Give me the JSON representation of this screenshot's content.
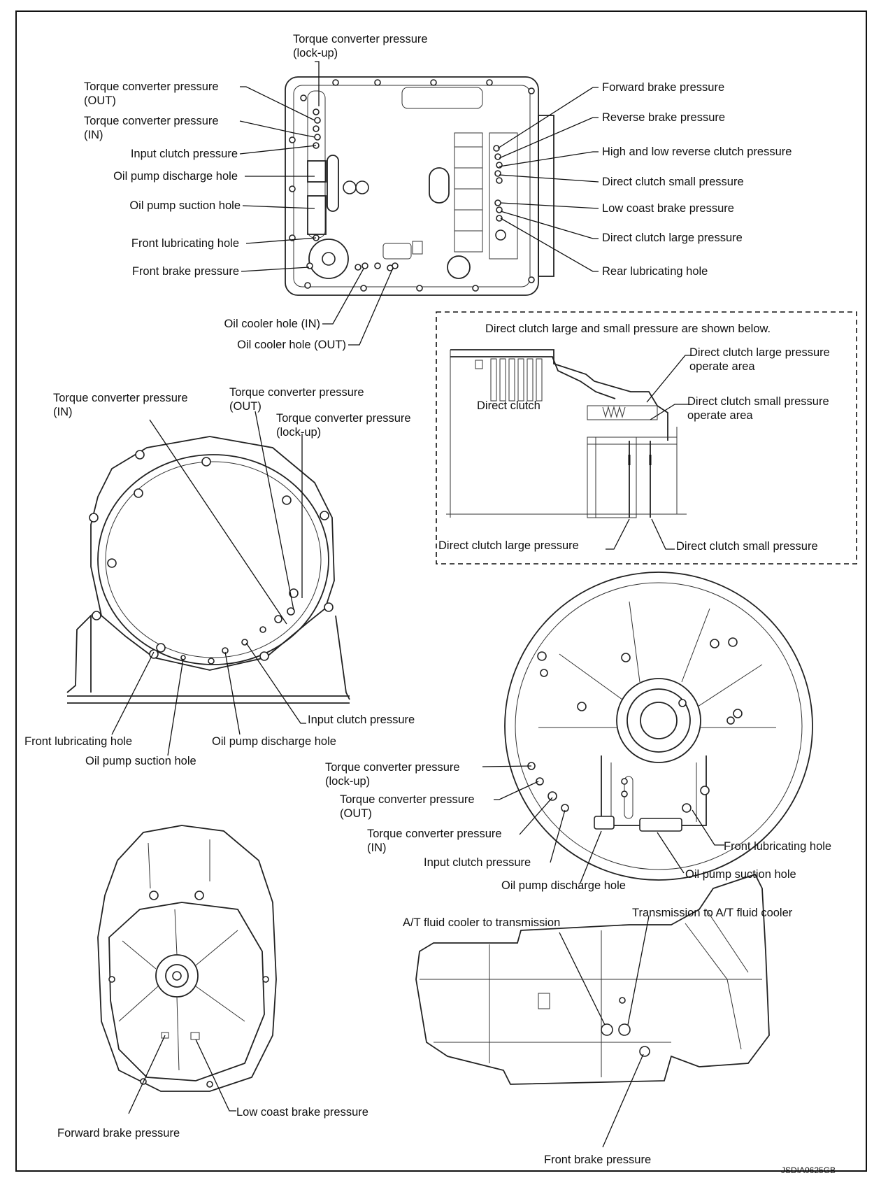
{
  "figure_id": "JSDIA0625GB",
  "valve_body": {
    "left_labels": {
      "tc_lockup": "Torque converter pressure\n(lock-up)",
      "tc_out": "Torque converter pressure\n(OUT)",
      "tc_in": "Torque converter pressure\n(IN)",
      "input_clutch": "Input clutch pressure",
      "pump_discharge": "Oil pump discharge hole",
      "pump_suction": "Oil pump suction hole",
      "front_lube": "Front lubricating hole",
      "front_brake": "Front brake pressure",
      "cooler_in": "Oil cooler hole (IN)",
      "cooler_out": "Oil cooler hole (OUT)"
    },
    "right_labels": {
      "forward_brake": "Forward brake pressure",
      "reverse_brake": "Reverse brake pressure",
      "high_low_reverse": "High and low reverse clutch pressure",
      "dc_small": "Direct clutch small pressure",
      "low_coast": "Low coast brake pressure",
      "dc_large": "Direct clutch large pressure",
      "rear_lube": "Rear lubricating hole"
    }
  },
  "direct_clutch_box": {
    "heading": "Direct clutch large and small pressure are shown below.",
    "direct_clutch": "Direct clutch",
    "large_area": "Direct clutch large pressure\noperate area",
    "small_area": "Direct clutch small pressure\noperate area",
    "large_pressure": "Direct clutch large pressure",
    "small_pressure": "Direct clutch small pressure"
  },
  "converter_housing": {
    "tc_in": "Torque converter pressure\n(IN)",
    "tc_out": "Torque converter pressure\n(OUT)",
    "tc_lockup": "Torque converter pressure\n(lock-up)",
    "input_clutch": "Input clutch pressure",
    "front_lube": "Front lubricating hole",
    "pump_discharge": "Oil pump discharge hole",
    "pump_suction": "Oil pump suction hole"
  },
  "pump_side": {
    "tc_lockup": "Torque converter pressure\n(lock-up)",
    "tc_out": "Torque converter pressure\n(OUT)",
    "tc_in": "Torque converter pressure\n(IN)",
    "input_clutch": "Input clutch pressure",
    "pump_discharge": "Oil pump discharge hole",
    "pump_suction": "Oil pump suction hole",
    "front_lube": "Front lubricating hole"
  },
  "rear_view": {
    "low_coast": "Low coast brake pressure",
    "forward_brake": "Forward brake pressure"
  },
  "side_view": {
    "cooler_to_trans": "A/T fluid cooler to transmission",
    "trans_to_cooler": "Transmission to A/T fluid cooler",
    "front_brake": "Front brake pressure"
  }
}
